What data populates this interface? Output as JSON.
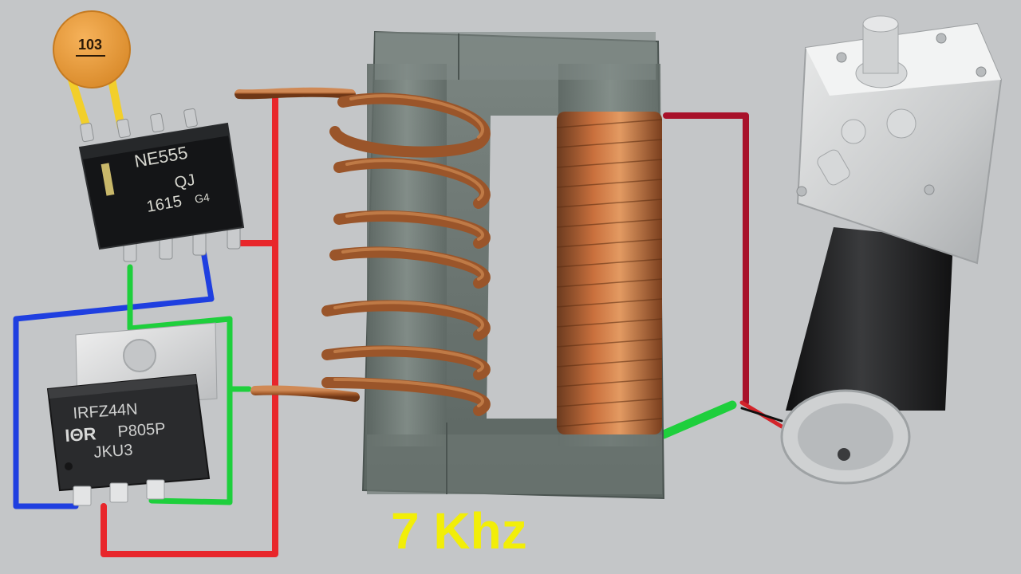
{
  "capacitor": {
    "code": "103"
  },
  "timer_ic": {
    "part": "NE555",
    "suffix": "QJ",
    "date_code": "1615",
    "lot": "G4"
  },
  "mosfet": {
    "part": "IRFZ44N",
    "brand": "IΘR",
    "code": "P805P",
    "lot": "JKU3"
  },
  "frequency_label": "7 Khz",
  "colors": {
    "background": "#c4c6c8",
    "wire_red": "#e8262b",
    "wire_dark_red": "#a8112a",
    "wire_green": "#1ecf3c",
    "wire_blue": "#1f3fe0",
    "wire_yellow": "#f2cf2a",
    "label_yellow": "#f2ee08",
    "copper": "#b06a38",
    "core": "#6f7a76"
  },
  "icons": [
    "ceramic-capacitor-icon",
    "ic-chip-icon",
    "mosfet-icon",
    "transformer-core-icon",
    "gear-motor-icon"
  ]
}
